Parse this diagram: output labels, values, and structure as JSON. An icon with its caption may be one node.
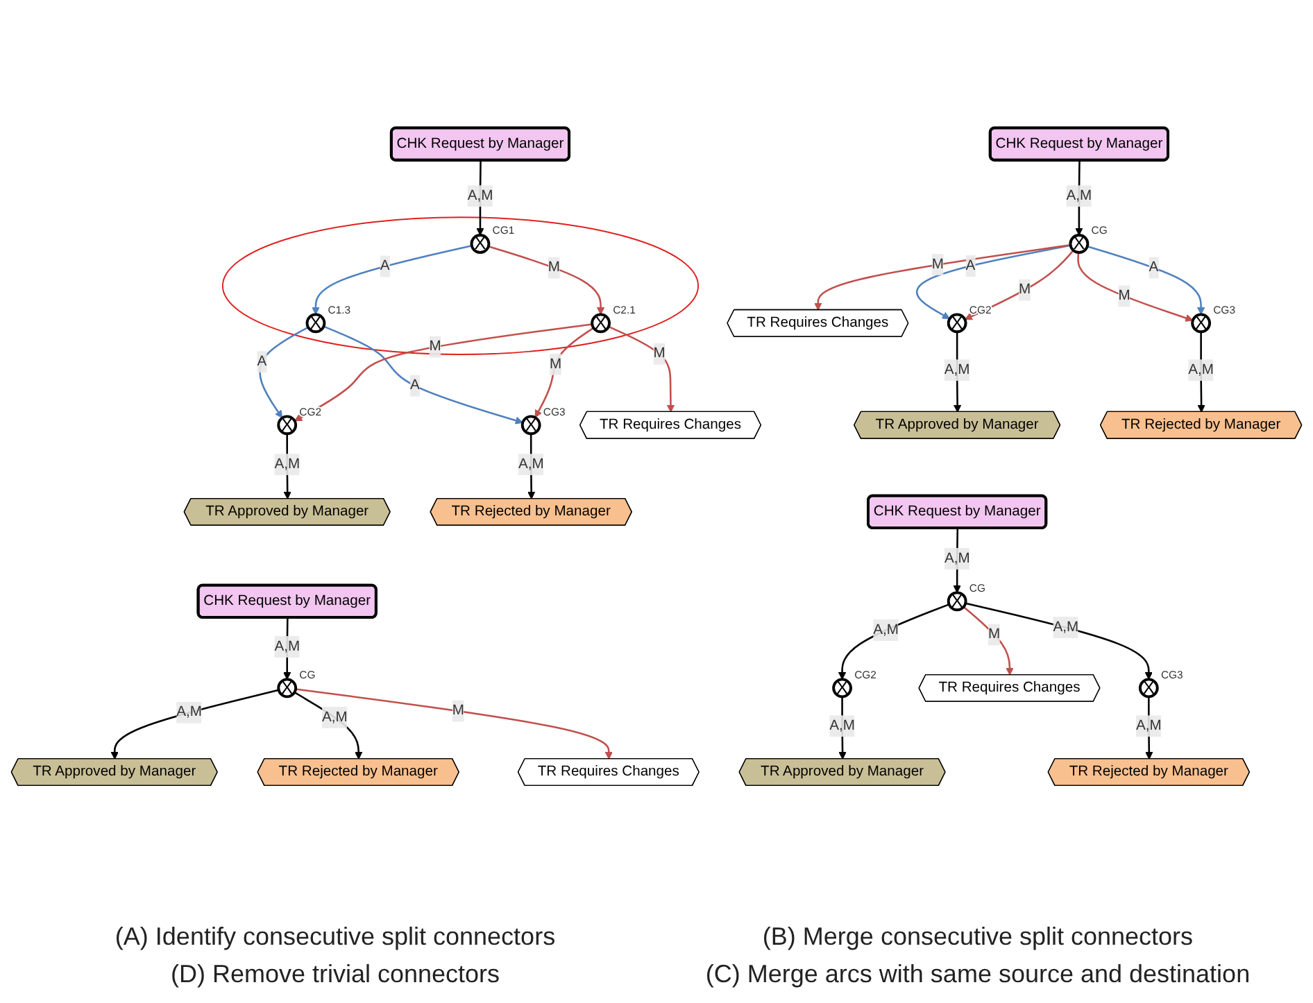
{
  "diagram": {
    "nodes": [
      {
        "text": [
          "CHK Request by Manager"
        ]
      },
      {
        "text": [],
        "shape": "ellipse"
      },
      {
        "text": [
          "X"
        ],
        "beside": [
          "CG1"
        ],
        "in": 1
      },
      {
        "text": [
          "X"
        ],
        "beside": [
          "C1.3"
        ],
        "in": 1
      },
      {
        "text": [
          "X"
        ],
        "beside": [
          "C2.1"
        ],
        "in": 1
      },
      {
        "text": [
          "X"
        ],
        "beside": [
          "CG2"
        ]
      },
      {
        "text": [
          "X"
        ],
        "beside": [
          "CG3"
        ]
      },
      {
        "text": [
          "TR Approved by Manager"
        ]
      },
      {
        "text": [
          "TR Rejected by Manager"
        ]
      },
      {
        "text": [
          "TR Requires Changes"
        ]
      },
      {
        "text": [
          "CHK Request by Manager"
        ]
      },
      {
        "text": [
          "X"
        ],
        "beside": [
          "CG"
        ]
      },
      {
        "text": [
          "X"
        ],
        "beside": [
          "CG2"
        ]
      },
      {
        "text": [
          "X"
        ],
        "beside": [
          "CG3"
        ]
      },
      {
        "text": [
          "TR Approved by Manager"
        ]
      },
      {
        "text": [
          "TR Rejected by Manager"
        ]
      },
      {
        "text": [
          "TR Requires Changes"
        ]
      },
      {
        "text": [
          "CHK Request by Manager"
        ]
      },
      {
        "text": [
          "X"
        ],
        "beside": [
          "CG"
        ]
      },
      {
        "text": [
          "X"
        ],
        "beside": [
          "CG2"
        ]
      },
      {
        "text": [
          "X"
        ],
        "beside": [
          "CG3"
        ]
      },
      {
        "text": [
          "TR Approved by Manager"
        ]
      },
      {
        "text": [
          "TR Rejected by Manager"
        ]
      },
      {
        "text": [
          "TR Requires Changes"
        ]
      },
      {
        "text": [
          "CHK Request by Manager"
        ]
      },
      {
        "text": [
          "X"
        ],
        "beside": [
          "CG"
        ]
      },
      {
        "text": [
          "TR Approved by Manager"
        ]
      },
      {
        "text": [
          "TR Rejected by Manager"
        ]
      },
      {
        "text": [
          "TR Requires Changes"
        ]
      }
    ],
    "edges": [
      {
        "from": 0,
        "to": 2,
        "arrow": "to",
        "label": "A,M"
      },
      {
        "from": 2,
        "to": 3,
        "arrow": "to",
        "label": "A",
        "color": "#4f81bd"
      },
      {
        "from": 2,
        "to": 4,
        "arrow": "to",
        "label": "M",
        "color": "#c0504d"
      },
      {
        "from": 3,
        "to": 5,
        "arrow": "to",
        "label": "A",
        "color": "#4f81bd"
      },
      {
        "from": 3,
        "to": 6,
        "arrow": "to",
        "label": "A",
        "color": "#4f81bd"
      },
      {
        "from": 4,
        "to": 5,
        "arrow": "to",
        "label": "M",
        "color": "#c0504d"
      },
      {
        "from": 4,
        "to": 6,
        "arrow": "to",
        "label": "M",
        "color": "#c0504d"
      },
      {
        "from": 4,
        "to": 9,
        "arrow": "to",
        "label": "M",
        "color": "#c0504d"
      },
      {
        "from": 5,
        "to": 7,
        "arrow": "to",
        "label": "A,M"
      },
      {
        "from": 6,
        "to": 8,
        "arrow": "to",
        "label": "A,M"
      },
      {
        "from": 10,
        "to": 11,
        "arrow": "to",
        "label": "A,M"
      },
      {
        "from": 11,
        "to": 12,
        "arrow": "to",
        "label": "A",
        "color": "#4f81bd"
      },
      {
        "from": 11,
        "to": 12,
        "arrow": "to",
        "label": "M",
        "color": "#c0504d"
      },
      {
        "from": 11,
        "to": 13,
        "arrow": "to",
        "label": "M",
        "color": "#c0504d"
      },
      {
        "from": 11,
        "to": 13,
        "arrow": "to",
        "label": "A",
        "color": "#4f81bd"
      },
      {
        "from": 11,
        "to": 16,
        "arrow": "to",
        "label": "M",
        "color": "#c0504d"
      },
      {
        "from": 12,
        "to": 14,
        "arrow": "to",
        "label": "A,M"
      },
      {
        "from": 13,
        "to": 15,
        "arrow": "to",
        "label": "A,M"
      },
      {
        "from": 17,
        "to": 18,
        "arrow": "to",
        "label": "A,M"
      },
      {
        "from": 18,
        "to": 19,
        "arrow": "to",
        "label": "A,M"
      },
      {
        "from": 18,
        "to": 20,
        "arrow": "to",
        "label": "A,M"
      },
      {
        "from": 18,
        "to": 23,
        "arrow": "to",
        "label": "M",
        "color": "#c0504d"
      },
      {
        "from": 19,
        "to": 21,
        "arrow": "to",
        "label": "A,M"
      },
      {
        "from": 20,
        "to": 22,
        "arrow": "to",
        "label": "A,M"
      },
      {
        "from": 24,
        "to": 25,
        "arrow": "to",
        "label": "A,M"
      },
      {
        "from": 25,
        "to": 26,
        "arrow": "to",
        "label": "A,M"
      },
      {
        "from": 25,
        "to": 27,
        "arrow": "to",
        "label": "A,M"
      },
      {
        "from": 25,
        "to": 28,
        "arrow": "to",
        "label": "M",
        "color": "#c0504d"
      }
    ],
    "labels": [
      "(A) Identify consecutive split connectors",
      "(B) Merge consecutive split connectors",
      "(D) Remove trivial connectors",
      "(C) Merge arcs with same source and destination"
    ]
  }
}
